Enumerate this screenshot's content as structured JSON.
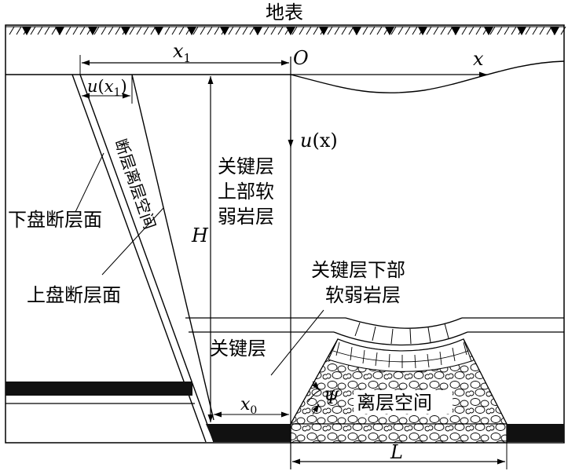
{
  "labels": {
    "surface": "地表",
    "origin": "O",
    "x1_main": "x",
    "x1_sub": "1",
    "x_axis": "x",
    "ux_main": "u",
    "ux_tail": "(x)",
    "ux1_u": "u",
    "ux1_open": "(",
    "ux1_x": "x",
    "ux1_sub": "1",
    "ux1_close": ")",
    "fault_gap": "断层离层空间",
    "key_upper_1": "关键层",
    "key_upper_2": "上部软",
    "key_upper_3": "弱岩层",
    "footwall_plane": "下盘断层面",
    "hangingwall_plane": "上盘断层面",
    "height": "H",
    "key_lower_1": "关键层下部",
    "key_lower_2": "软弱岩层",
    "key_stratum": "关键层",
    "x0_main": "x",
    "x0_sub": "0",
    "psi": "Ψ",
    "separation_space": "离层空间",
    "length": "L"
  }
}
